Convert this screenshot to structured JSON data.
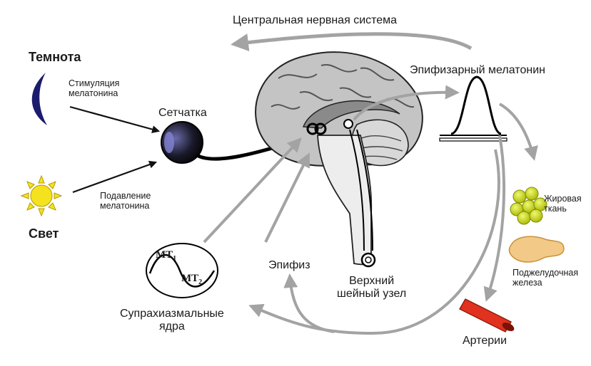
{
  "labels": {
    "cns": "Центральная нервная система",
    "darkness": "Темнота",
    "stimulation": "Стимуляция\nмелатонина",
    "retina": "Сетчатка",
    "light": "Свет",
    "suppression": "Подавление\nмелатонина",
    "pineal_melatonin": "Эпифизарный мелатонин",
    "adipose": "Жировая\nткань",
    "pancreas": "Поджелудочная\nжелеза",
    "arteries": "Артерии",
    "pineal": "Эпифиз",
    "ganglion": "Верхний\nшейный узел",
    "scn": "Супрахиазмальные\nядра",
    "mt1": "MT",
    "mt1_sub": "1",
    "mt2": "MT",
    "mt2_sub": "2"
  },
  "colors": {
    "arrow_gray": "#a3a3a3",
    "moon": "#1c1c6e",
    "sun": "#f5e21e",
    "artery": "#e0321e",
    "fat": "#c8d81e",
    "pancreas": "#f2c987"
  },
  "icons": [
    "moon-icon",
    "sun-icon",
    "eye-icon",
    "fat-cells-icon",
    "pancreas-icon",
    "artery-icon",
    "melatonin-peak-icon",
    "brain-icon"
  ]
}
